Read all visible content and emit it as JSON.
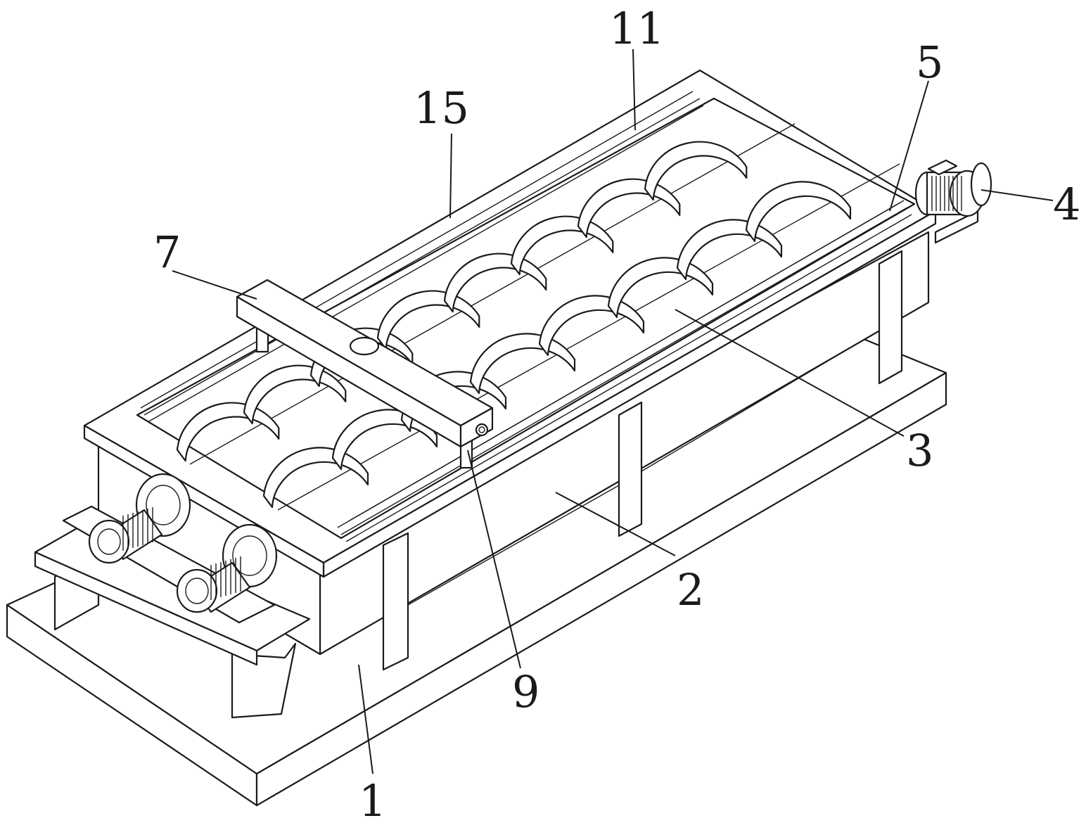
{
  "figure": {
    "labels": [
      {
        "id": "label-1",
        "text": "1"
      },
      {
        "id": "label-2",
        "text": "2"
      },
      {
        "id": "label-3",
        "text": "3"
      },
      {
        "id": "label-4",
        "text": "4"
      },
      {
        "id": "label-5",
        "text": "5"
      },
      {
        "id": "label-7",
        "text": "7"
      },
      {
        "id": "label-9",
        "text": "9"
      },
      {
        "id": "label-11",
        "text": "11"
      },
      {
        "id": "label-15",
        "text": "15"
      }
    ]
  },
  "colors": {
    "line": "#1a1a1a",
    "background": "#ffffff"
  }
}
